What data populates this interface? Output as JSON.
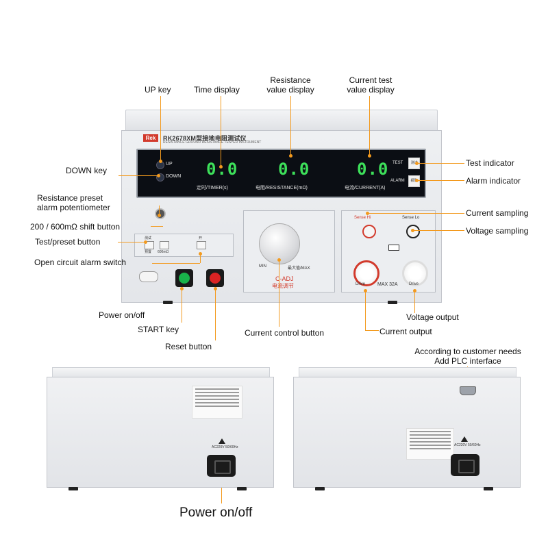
{
  "device": {
    "brand": "Rek",
    "model": "RK2678XM型接地电阻测试仪",
    "model_sub": "RESISTANCE GROUND RESISTANCE TESTER INSTRUMENT",
    "displays": [
      {
        "value": "0.0",
        "label": "定时/TIMER(s)"
      },
      {
        "value": "0.0",
        "label": "电阻/RESISTANCE(mΩ)"
      },
      {
        "value": "0.0",
        "label": "电流/CURRENT(A)"
      }
    ],
    "up_label": "UP",
    "down_label": "DOWN",
    "test_label": "TEST",
    "alarm_label": "ALARM",
    "test_ind": "测试",
    "alarm_ind": "报警",
    "test_preset_top": "测试",
    "test_preset_bottom": "预置",
    "range_label": "600mΩ",
    "open_alarm_glyph": "开",
    "knob_min": "MIN",
    "knob_max": "最大值/MAX",
    "cadj": "C-ADJ",
    "cadj_cn": "电流调节",
    "sense_hi": "Sense Hi",
    "sense_lo": "Sense Lo",
    "drive_left": "Drive",
    "drive_right": "Drive",
    "max_current": "MAX 32A",
    "rear_power": "AC220V 50/60Hz"
  },
  "labels": {
    "up_key": "UP key",
    "time_display": "Time display",
    "resistance_display_line1": "Resistance",
    "resistance_display_line2": "value display",
    "current_display_line1": "Current test",
    "current_display_line2": "value display",
    "down_key": "DOWN key",
    "test_indicator": "Test indicator",
    "alarm_indicator": "Alarm indicator",
    "res_pot_line1": "Resistance preset",
    "res_pot_line2": "alarm potentiometer",
    "shift_button": "200 / 600mΩ  shift button",
    "test_preset": "Test/preset button",
    "open_circuit": "Open circuit alarm switch",
    "current_sampling": "Current sampling",
    "voltage_sampling": "Voltage sampling",
    "power_onoff": "Power on/off",
    "start_key": "START key",
    "reset_button": "Reset button",
    "current_control": "Current control button",
    "current_output": "Current output",
    "voltage_output": "Voltage output",
    "plc_line1": "According to customer needs",
    "plc_line2": "Add PLC interface",
    "rear_power_onoff": "Power on/off"
  },
  "colors": {
    "callout": "#f39a1e",
    "display_digits": "#3de05a",
    "start": "#19b34a",
    "reset": "#d92323",
    "logo": "#d23a2c"
  }
}
